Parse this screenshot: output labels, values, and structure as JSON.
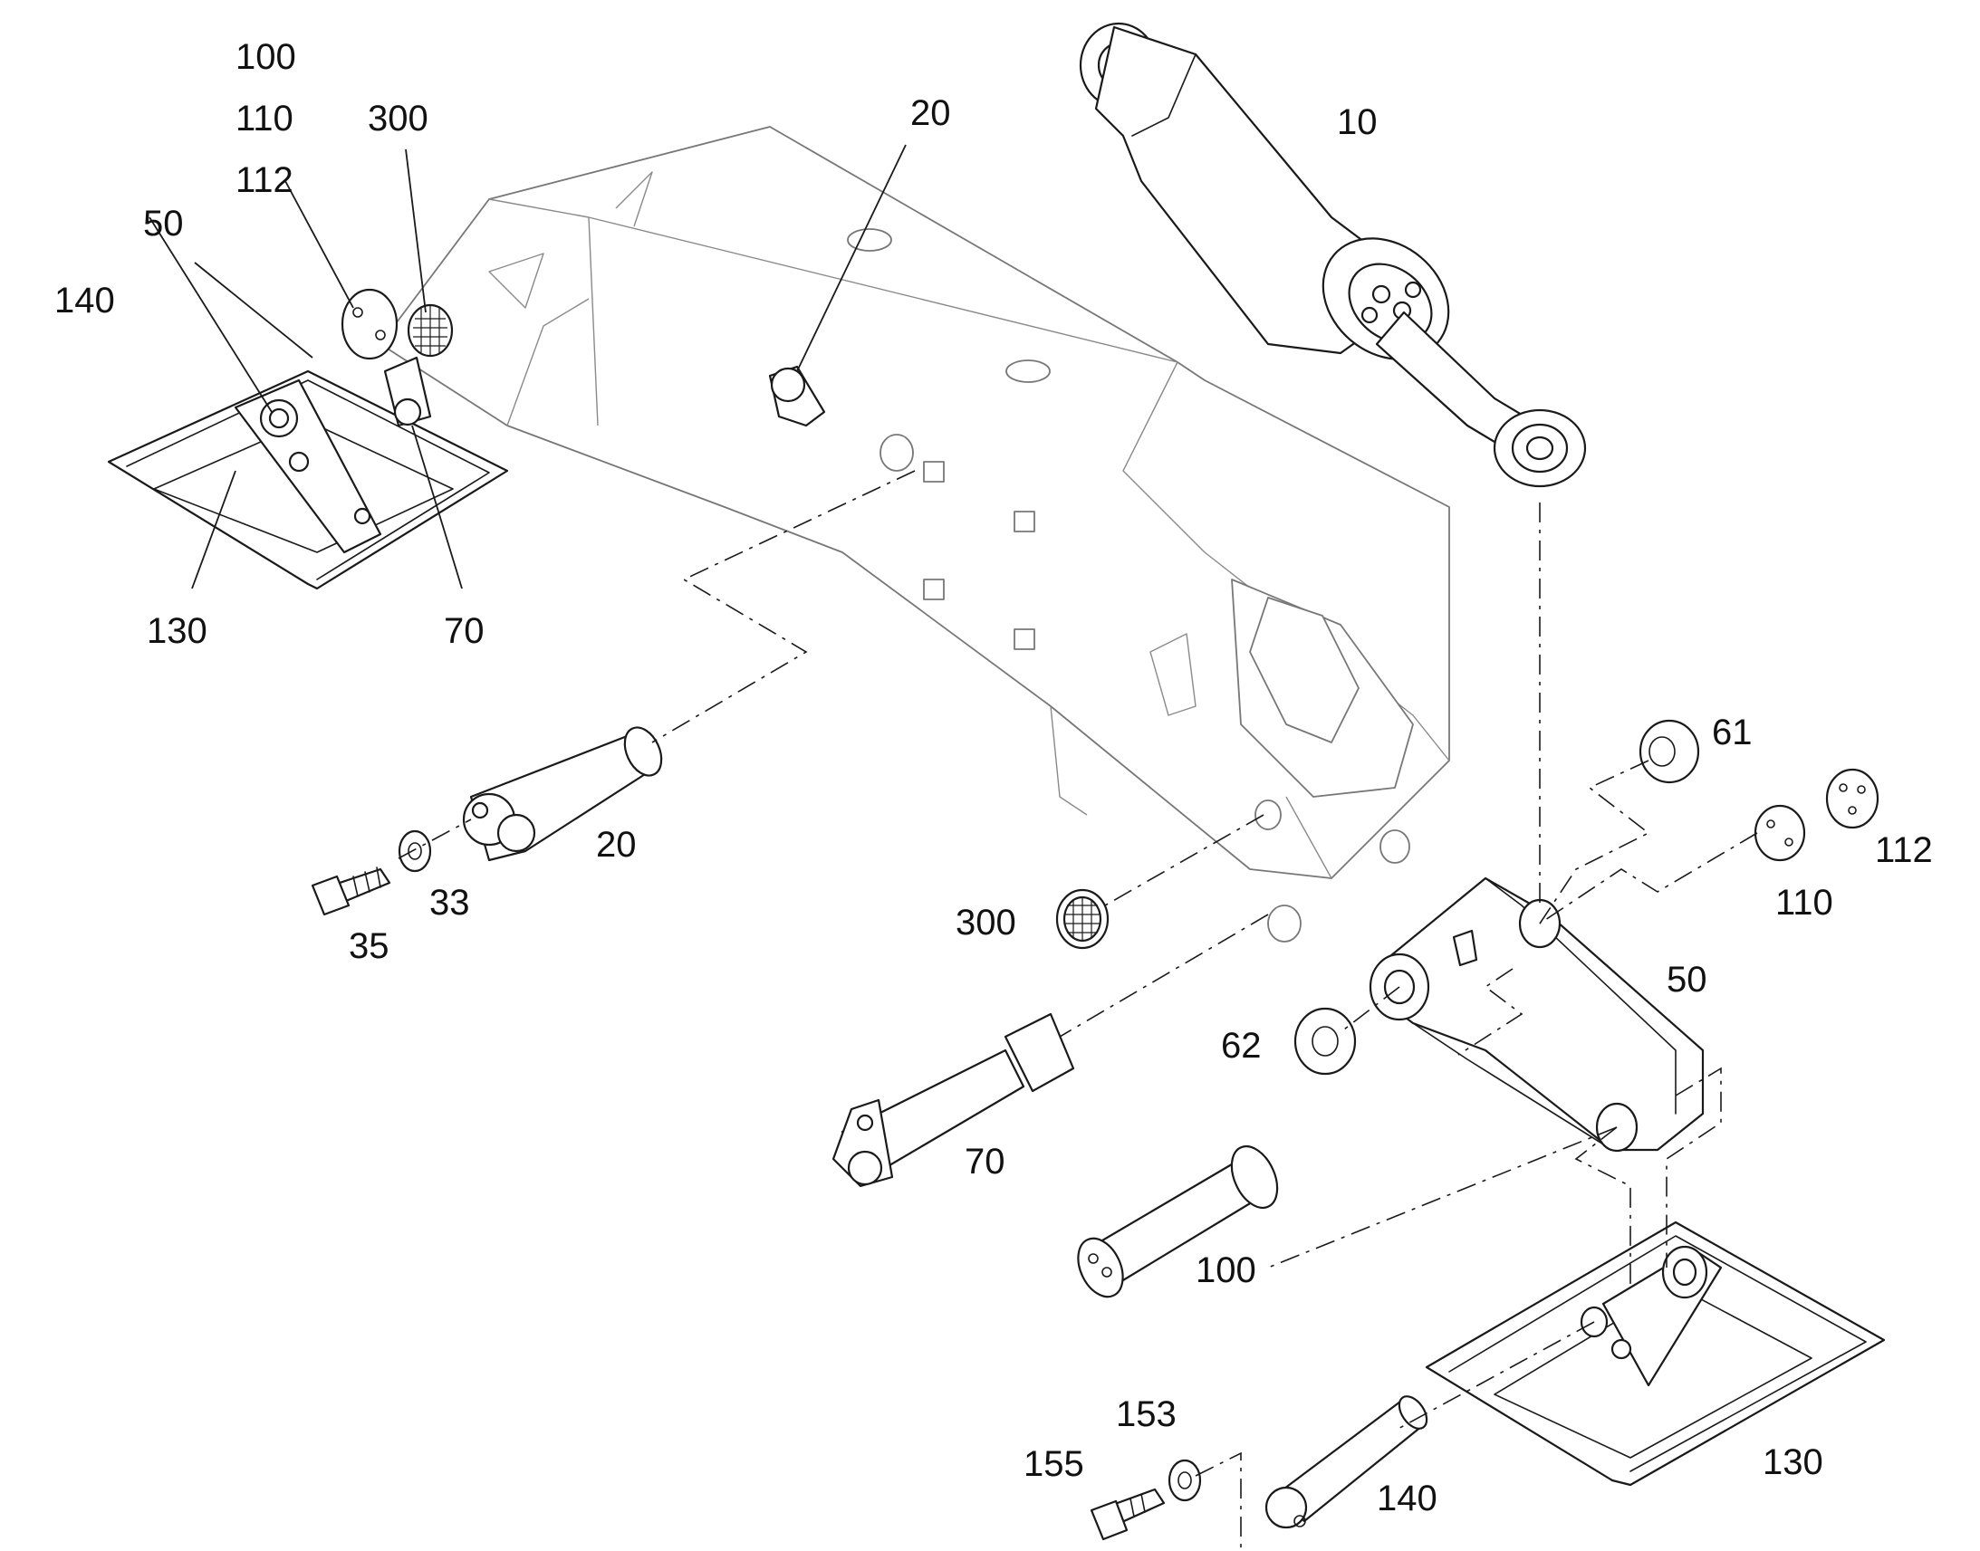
{
  "callouts": [
    {
      "id": "c100a",
      "text": "100"
    },
    {
      "id": "c110a",
      "text": "110"
    },
    {
      "id": "c112a",
      "text": "112"
    },
    {
      "id": "c300a",
      "text": "300"
    },
    {
      "id": "c50a",
      "text": "50"
    },
    {
      "id": "c140a",
      "text": "140"
    },
    {
      "id": "c130a",
      "text": "130"
    },
    {
      "id": "c70a",
      "text": "70"
    },
    {
      "id": "c20a",
      "text": "20"
    },
    {
      "id": "c10",
      "text": "10"
    },
    {
      "id": "c20b",
      "text": "20"
    },
    {
      "id": "c33",
      "text": "33"
    },
    {
      "id": "c35",
      "text": "35"
    },
    {
      "id": "c300b",
      "text": "300"
    },
    {
      "id": "c61",
      "text": "61"
    },
    {
      "id": "c112b",
      "text": "112"
    },
    {
      "id": "c110b",
      "text": "110"
    },
    {
      "id": "c50b",
      "text": "50"
    },
    {
      "id": "c62",
      "text": "62"
    },
    {
      "id": "c70b",
      "text": "70"
    },
    {
      "id": "c100b",
      "text": "100"
    },
    {
      "id": "c153",
      "text": "153"
    },
    {
      "id": "c155",
      "text": "155"
    },
    {
      "id": "c140b",
      "text": "140"
    },
    {
      "id": "c130b",
      "text": "130"
    }
  ]
}
